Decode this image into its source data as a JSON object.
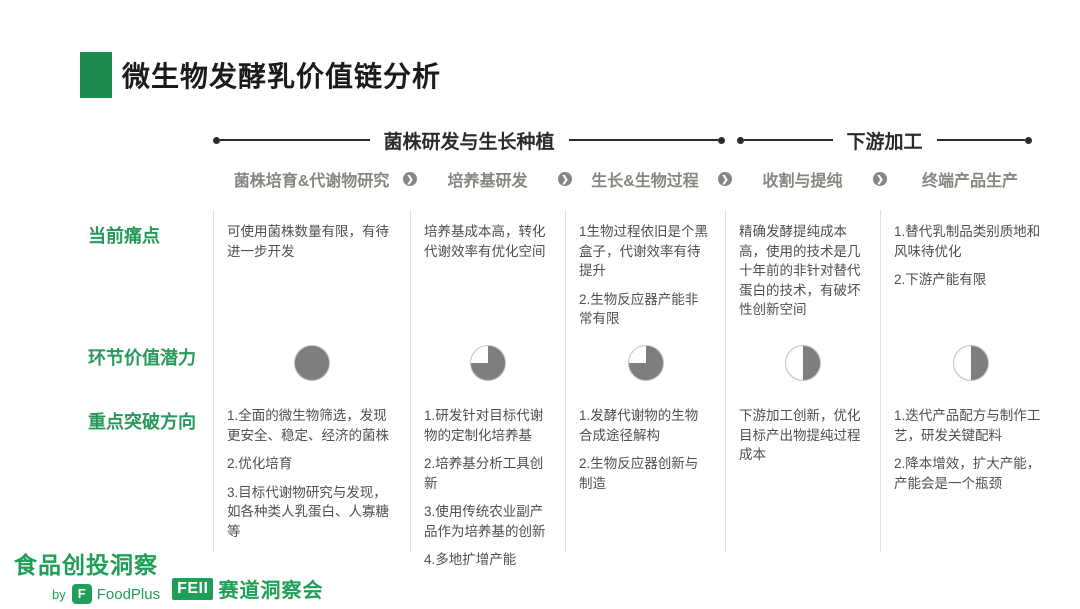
{
  "title": "微生物发酵乳价值链分析",
  "phases": [
    {
      "label": "菌株研发与生长种植"
    },
    {
      "label": "下游加工"
    }
  ],
  "row_labels": {
    "pain": "当前痛点",
    "potential": "环节价值潜力",
    "directions": "重点突破方向"
  },
  "pie_color": "#7e7e7e",
  "accent_green": "#1f9e58",
  "columns": [
    {
      "header": "菌株培育&代谢物研究",
      "pain": [
        "可使用菌株数量有限，有待进一步开发"
      ],
      "potential": 100,
      "directions": [
        "1.全面的微生物筛选，发现更安全、稳定、经济的菌株",
        "2.优化培育",
        "3.目标代谢物研究与发现，如各种类人乳蛋白、人寡糖等"
      ]
    },
    {
      "header": "培养基研发",
      "pain": [
        "培养基成本高，转化代谢效率有优化空间"
      ],
      "potential": 75,
      "directions": [
        "1.研发针对目标代谢物的定制化培养基",
        "2.培养基分析工具创新",
        "3.使用传统农业副产品作为培养基的创新",
        "4.多地扩增产能"
      ]
    },
    {
      "header": "生长&生物过程",
      "pain": [
        "1生物过程依旧是个黑盒子，代谢效率有待提升",
        "2.生物反应器产能非常有限"
      ],
      "potential": 75,
      "directions": [
        "1.发酵代谢物的生物合成途径解构",
        "2.生物反应器创新与制造"
      ]
    },
    {
      "header": "收割与提纯",
      "pain": [
        "精确发酵提纯成本高，使用的技术是几十年前的非针对替代蛋白的技术，有破坏性创新空间"
      ],
      "potential": 50,
      "directions": [
        "下游加工创新，优化目标产出物提纯过程成本"
      ]
    },
    {
      "header": "终端产品生产",
      "pain": [
        "1.替代乳制品类别质地和风味待优化",
        "2.下游产能有限"
      ],
      "potential": 50,
      "directions": [
        "1.迭代产品配方与制作工艺，研发关键配料",
        "2.降本增效，扩大产能，产能会是一个瓶颈"
      ]
    }
  ],
  "footer": {
    "brand_cn": "食品创投洞察",
    "by": "by",
    "foodplus_icon": "F",
    "foodplus_name": "FoodPlus",
    "feii": "FEII",
    "feii_label": "赛道洞察会"
  },
  "chevron": "❯"
}
